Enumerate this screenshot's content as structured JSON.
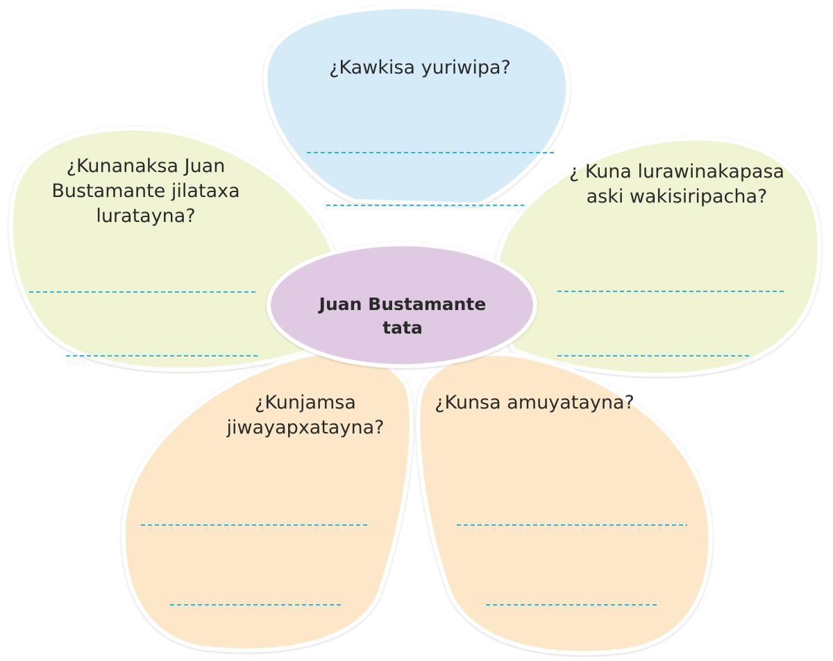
{
  "center": {
    "label": "Juan Bustamante tata",
    "fill": "#dfc9e3"
  },
  "petals": [
    {
      "id": "top",
      "question": "¿Kawkisa yuriwipa?",
      "fill": "#d5ecf8"
    },
    {
      "id": "left",
      "question": "¿Kunanaksa Juan Bustamante jilataxa luratayna?",
      "fill": "#f1f4d3"
    },
    {
      "id": "right",
      "question": "¿ Kuna lurawinakapasa aski wakisiriрacha?",
      "fill": "#f1f4d3"
    },
    {
      "id": "bottom-left",
      "question": "¿Kunjamsa jiwayapxatayna?",
      "fill": "#fde7c9"
    },
    {
      "id": "bottom-right",
      "question": "¿Kunsa amuyatayna?",
      "fill": "#fde7c9"
    }
  ],
  "colors": {
    "outline": "#d6d6d6",
    "answer_line": "#29b6e0"
  }
}
